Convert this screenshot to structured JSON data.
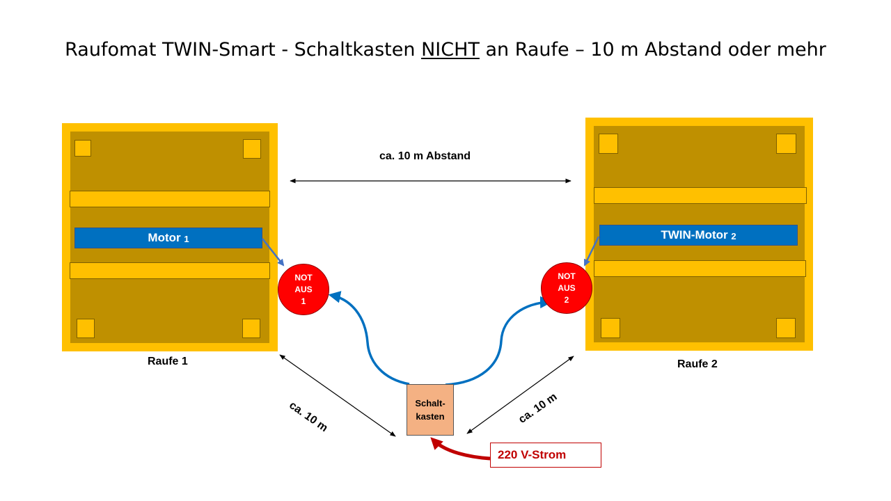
{
  "title": {
    "before": "Raufomat TWIN-Smart - Schaltkasten ",
    "underlined": "NICHT",
    "after": " an Raufe – 10 m Abstand oder mehr"
  },
  "raufe1": {
    "label": "Raufe 1",
    "motor_text": "Motor ",
    "motor_number": "1",
    "notaus_lines": [
      "NOT",
      "AUS",
      "1"
    ]
  },
  "raufe2": {
    "label": "Raufe 2",
    "motor_text": "TWIN-Motor ",
    "motor_number": "2",
    "notaus_lines": [
      "NOT",
      "AUS",
      "2"
    ]
  },
  "distance_top": "ca. 10 m Abstand",
  "distance_left": "ca. 10 m",
  "distance_right": "ca. 10 m",
  "schaltkasten_lines": [
    "Schalt-",
    "kasten"
  ],
  "power_label": "220 V-Strom",
  "colors": {
    "frame": "#ffc000",
    "raufe_body": "#bf9000",
    "motor": "#0070c0",
    "notaus": "#ff0000",
    "cable": "#0070c0",
    "schaltkasten": "#f4b183",
    "power": "#c00000"
  }
}
